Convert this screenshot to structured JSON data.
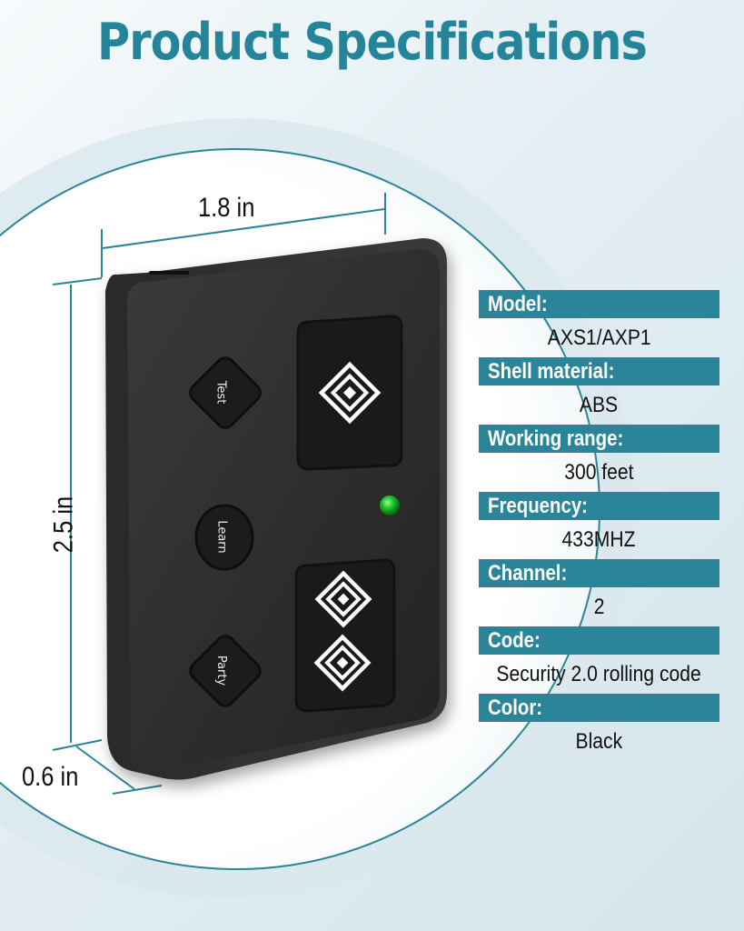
{
  "header": {
    "title": "Product Specifications"
  },
  "dimensions": {
    "width": "1.8 in",
    "height": "2.5 in",
    "depth": "0.6 in"
  },
  "device": {
    "buttons": [
      {
        "label": "Test",
        "shape": "diamond"
      },
      {
        "label": "Learn",
        "shape": "circle"
      },
      {
        "label": "Party",
        "shape": "diamond"
      }
    ],
    "large_buttons": [
      {
        "icon": "concentric-diamond-icon",
        "count": 1
      },
      {
        "icon": "concentric-diamond-icon",
        "count": 2
      }
    ],
    "led_color": "#1fbf2a",
    "body_color": "#2b2b2b"
  },
  "specs": [
    {
      "label": "Model:",
      "value": "AXS1/AXP1"
    },
    {
      "label": "Shell material:",
      "value": "ABS"
    },
    {
      "label": "Working range:",
      "value": "300 feet"
    },
    {
      "label": "Frequency:",
      "value": "433MHZ"
    },
    {
      "label": "Channel:",
      "value": "2"
    },
    {
      "label": "Code:",
      "value": "Security 2.0 rolling code"
    },
    {
      "label": "Color:",
      "value": "Black"
    }
  ],
  "colors": {
    "accent": "#2a8599",
    "title": "#24859a",
    "text": "#111111"
  }
}
